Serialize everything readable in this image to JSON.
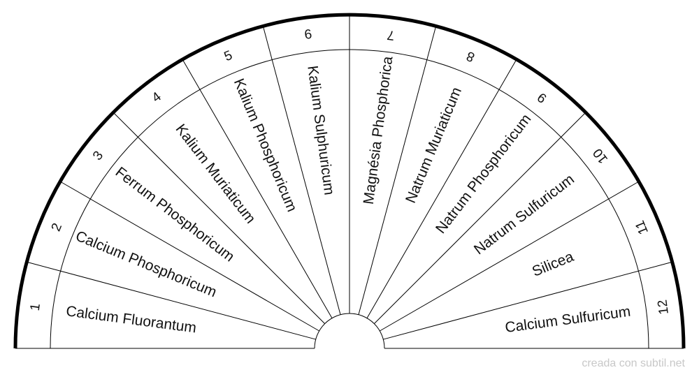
{
  "segments": [
    {
      "number": "1",
      "label": "Calcium Fluorantum"
    },
    {
      "number": "2",
      "label": "Calcium Phosphoricum"
    },
    {
      "number": "3",
      "label": "Ferrum Phosphoricum"
    },
    {
      "number": "4",
      "label": "Kalium Muriaticum"
    },
    {
      "number": "5",
      "label": "Kalium Phosphoricum"
    },
    {
      "number": "6",
      "label": "Kalium Sulphuricum"
    },
    {
      "number": "7",
      "label": "Magnésia Phosphorica"
    },
    {
      "number": "8",
      "label": "Natrum Muriaticum"
    },
    {
      "number": "9",
      "label": "Natrum Phosphoricum"
    },
    {
      "number": "10",
      "label": "Natrum Sulfuricum"
    },
    {
      "number": "11",
      "label": "Silicea"
    },
    {
      "number": "12",
      "label": "Calcium Sulfuricum"
    }
  ],
  "credit": "creada con subtil.net",
  "colors": {
    "line": "#000000",
    "background": "#ffffff",
    "credit": "#c8c8c8"
  }
}
